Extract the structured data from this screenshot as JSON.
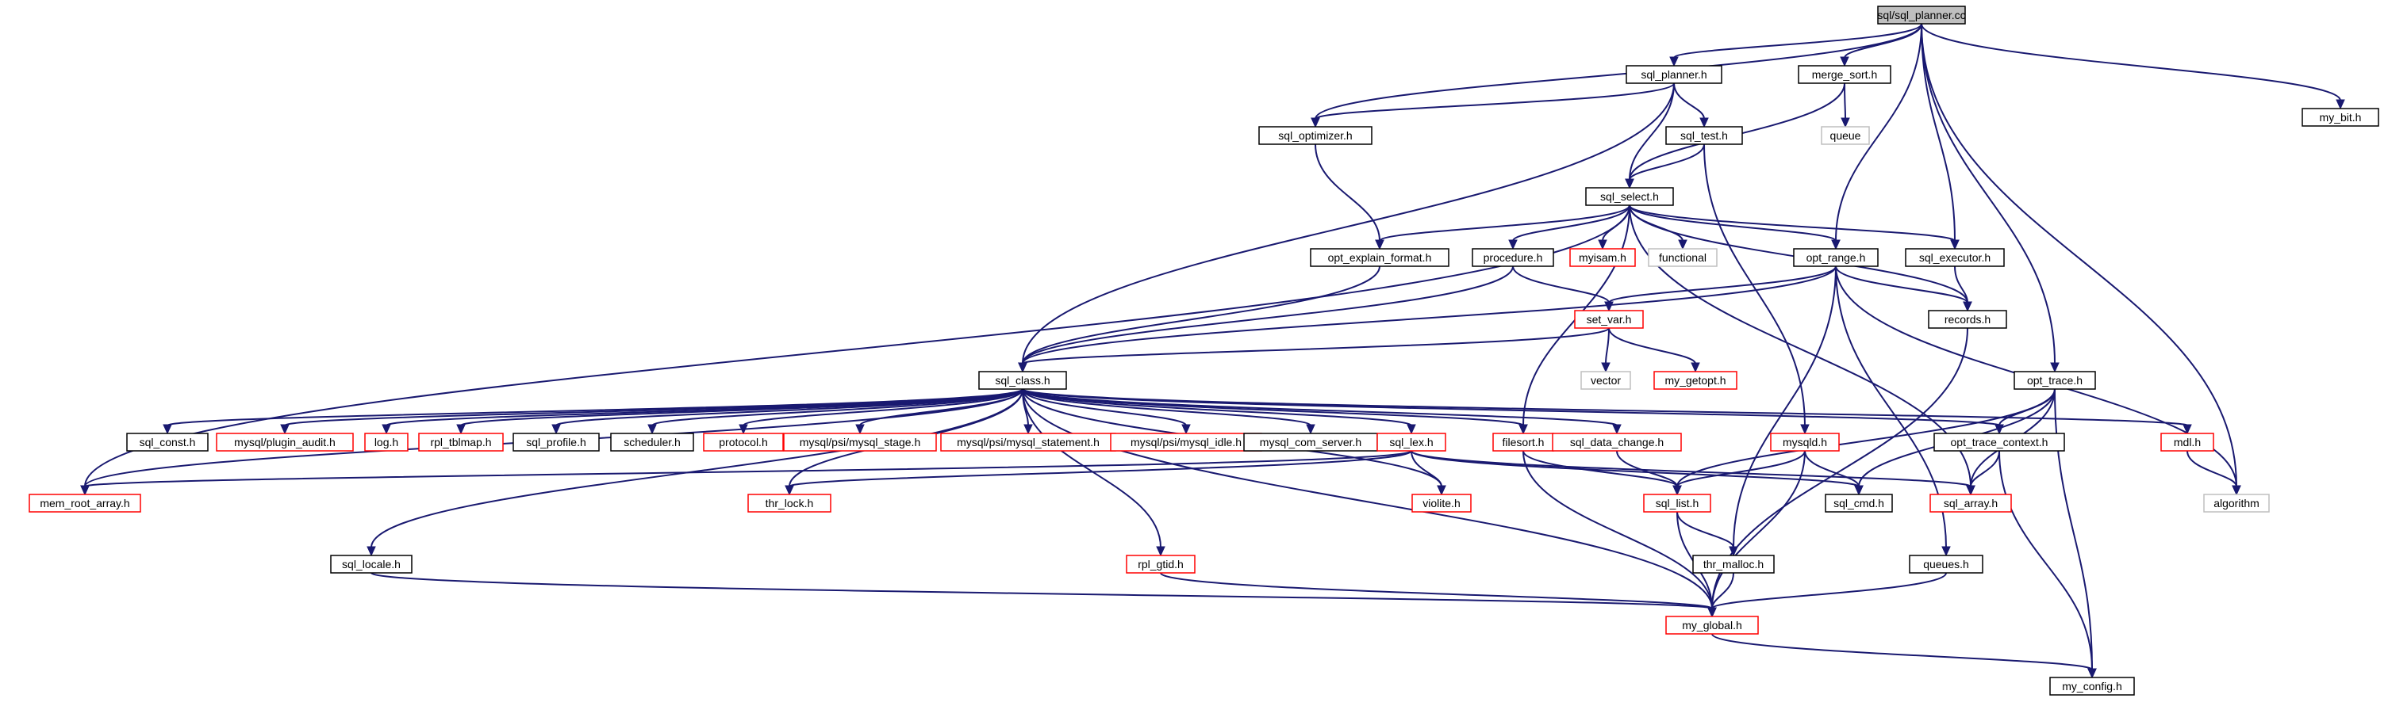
{
  "title": "sql/sql_planner.cc",
  "colors": {
    "edge": "#191970",
    "root_fill": "#bfbfbf",
    "border_black": "#000000",
    "border_red": "#ff0000",
    "border_gray": "#bfbfbf"
  },
  "nodes": [
    {
      "id": "n_root",
      "label": "sql/sql_planner.cc",
      "style": "root"
    },
    {
      "id": "n_planner_h",
      "label": "sql_planner.h",
      "style": "black"
    },
    {
      "id": "n_merge_sort",
      "label": "merge_sort.h",
      "style": "black"
    },
    {
      "id": "n_my_bit",
      "label": "my_bit.h",
      "style": "black"
    },
    {
      "id": "n_optimizer",
      "label": "sql_optimizer.h",
      "style": "black"
    },
    {
      "id": "n_sql_test",
      "label": "sql_test.h",
      "style": "black"
    },
    {
      "id": "n_queue",
      "label": "queue",
      "style": "gray"
    },
    {
      "id": "n_sql_select",
      "label": "sql_select.h",
      "style": "black"
    },
    {
      "id": "n_opt_explain",
      "label": "opt_explain_format.h",
      "style": "black"
    },
    {
      "id": "n_procedure",
      "label": "procedure.h",
      "style": "black"
    },
    {
      "id": "n_myisam",
      "label": "myisam.h",
      "style": "red"
    },
    {
      "id": "n_functional",
      "label": "functional",
      "style": "gray"
    },
    {
      "id": "n_opt_range",
      "label": "opt_range.h",
      "style": "black"
    },
    {
      "id": "n_sql_executor",
      "label": "sql_executor.h",
      "style": "black"
    },
    {
      "id": "n_set_var",
      "label": "set_var.h",
      "style": "red"
    },
    {
      "id": "n_records",
      "label": "records.h",
      "style": "black"
    },
    {
      "id": "n_vector",
      "label": "vector",
      "style": "gray"
    },
    {
      "id": "n_my_getopt",
      "label": "my_getopt.h",
      "style": "red"
    },
    {
      "id": "n_sql_class",
      "label": "sql_class.h",
      "style": "black"
    },
    {
      "id": "n_opt_trace",
      "label": "opt_trace.h",
      "style": "black"
    },
    {
      "id": "n_sql_const",
      "label": "sql_const.h",
      "style": "black"
    },
    {
      "id": "n_plugin_audit",
      "label": "mysql/plugin_audit.h",
      "style": "red"
    },
    {
      "id": "n_log",
      "label": "log.h",
      "style": "red"
    },
    {
      "id": "n_rpl_tblmap",
      "label": "rpl_tblmap.h",
      "style": "red"
    },
    {
      "id": "n_sql_profile",
      "label": "sql_profile.h",
      "style": "black"
    },
    {
      "id": "n_scheduler",
      "label": "scheduler.h",
      "style": "black"
    },
    {
      "id": "n_protocol",
      "label": "protocol.h",
      "style": "red"
    },
    {
      "id": "n_stage",
      "label": "mysql/psi/mysql_stage.h",
      "style": "red"
    },
    {
      "id": "n_statement",
      "label": "mysql/psi/mysql_statement.h",
      "style": "red"
    },
    {
      "id": "n_idle",
      "label": "mysql/psi/mysql_idle.h",
      "style": "red"
    },
    {
      "id": "n_com_server",
      "label": "mysql_com_server.h",
      "style": "black"
    },
    {
      "id": "n_sql_lex",
      "label": "sql_lex.h",
      "style": "red"
    },
    {
      "id": "n_filesort",
      "label": "filesort.h",
      "style": "red"
    },
    {
      "id": "n_data_change",
      "label": "sql_data_change.h",
      "style": "red"
    },
    {
      "id": "n_mysqld",
      "label": "mysqld.h",
      "style": "red"
    },
    {
      "id": "n_trace_ctx",
      "label": "opt_trace_context.h",
      "style": "black"
    },
    {
      "id": "n_mdl",
      "label": "mdl.h",
      "style": "red"
    },
    {
      "id": "n_mem_root",
      "label": "mem_root_array.h",
      "style": "red"
    },
    {
      "id": "n_thr_lock",
      "label": "thr_lock.h",
      "style": "red"
    },
    {
      "id": "n_violite",
      "label": "violite.h",
      "style": "red"
    },
    {
      "id": "n_sql_list",
      "label": "sql_list.h",
      "style": "red"
    },
    {
      "id": "n_sql_cmd",
      "label": "sql_cmd.h",
      "style": "black"
    },
    {
      "id": "n_sql_array",
      "label": "sql_array.h",
      "style": "red"
    },
    {
      "id": "n_algorithm",
      "label": "algorithm",
      "style": "gray"
    },
    {
      "id": "n_sql_locale",
      "label": "sql_locale.h",
      "style": "black"
    },
    {
      "id": "n_rpl_gtid",
      "label": "rpl_gtid.h",
      "style": "red"
    },
    {
      "id": "n_thr_malloc",
      "label": "thr_malloc.h",
      "style": "black"
    },
    {
      "id": "n_queues",
      "label": "queues.h",
      "style": "black"
    },
    {
      "id": "n_my_global",
      "label": "my_global.h",
      "style": "red"
    },
    {
      "id": "n_my_config",
      "label": "my_config.h",
      "style": "black"
    }
  ],
  "edges": [
    [
      "n_root",
      "n_planner_h"
    ],
    [
      "n_root",
      "n_merge_sort"
    ],
    [
      "n_root",
      "n_my_bit"
    ],
    [
      "n_root",
      "n_optimizer"
    ],
    [
      "n_root",
      "n_opt_range"
    ],
    [
      "n_root",
      "n_sql_executor"
    ],
    [
      "n_root",
      "n_opt_trace"
    ],
    [
      "n_root",
      "n_algorithm"
    ],
    [
      "n_planner_h",
      "n_optimizer"
    ],
    [
      "n_planner_h",
      "n_sql_test"
    ],
    [
      "n_planner_h",
      "n_sql_select"
    ],
    [
      "n_planner_h",
      "n_sql_class"
    ],
    [
      "n_merge_sort",
      "n_queue"
    ],
    [
      "n_merge_sort",
      "n_sql_select"
    ],
    [
      "n_optimizer",
      "n_opt_explain"
    ],
    [
      "n_sql_test",
      "n_sql_select"
    ],
    [
      "n_sql_test",
      "n_mysqld"
    ],
    [
      "n_sql_select",
      "n_opt_explain"
    ],
    [
      "n_sql_select",
      "n_procedure"
    ],
    [
      "n_sql_select",
      "n_myisam"
    ],
    [
      "n_sql_select",
      "n_functional"
    ],
    [
      "n_sql_select",
      "n_opt_range"
    ],
    [
      "n_sql_select",
      "n_sql_executor"
    ],
    [
      "n_sql_select",
      "n_records"
    ],
    [
      "n_sql_select",
      "n_mem_root"
    ],
    [
      "n_sql_select",
      "n_filesort"
    ],
    [
      "n_sql_select",
      "n_sql_array"
    ],
    [
      "n_opt_explain",
      "n_sql_class"
    ],
    [
      "n_procedure",
      "n_set_var"
    ],
    [
      "n_procedure",
      "n_sql_class"
    ],
    [
      "n_opt_range",
      "n_set_var"
    ],
    [
      "n_opt_range",
      "n_records"
    ],
    [
      "n_opt_range",
      "n_sql_class"
    ],
    [
      "n_opt_range",
      "n_queues"
    ],
    [
      "n_opt_range",
      "n_thr_malloc"
    ],
    [
      "n_opt_range",
      "n_algorithm"
    ],
    [
      "n_sql_executor",
      "n_records"
    ],
    [
      "n_set_var",
      "n_vector"
    ],
    [
      "n_set_var",
      "n_my_getopt"
    ],
    [
      "n_set_var",
      "n_sql_class"
    ],
    [
      "n_records",
      "n_my_global"
    ],
    [
      "n_opt_trace",
      "n_trace_ctx"
    ],
    [
      "n_opt_trace",
      "n_sql_array"
    ],
    [
      "n_opt_trace",
      "n_sql_list"
    ],
    [
      "n_opt_trace",
      "n_sql_cmd"
    ],
    [
      "n_opt_trace",
      "n_my_config"
    ],
    [
      "n_sql_class",
      "n_sql_const"
    ],
    [
      "n_sql_class",
      "n_plugin_audit"
    ],
    [
      "n_sql_class",
      "n_log"
    ],
    [
      "n_sql_class",
      "n_rpl_tblmap"
    ],
    [
      "n_sql_class",
      "n_sql_profile"
    ],
    [
      "n_sql_class",
      "n_scheduler"
    ],
    [
      "n_sql_class",
      "n_protocol"
    ],
    [
      "n_sql_class",
      "n_stage"
    ],
    [
      "n_sql_class",
      "n_statement"
    ],
    [
      "n_sql_class",
      "n_idle"
    ],
    [
      "n_sql_class",
      "n_com_server"
    ],
    [
      "n_sql_class",
      "n_sql_lex"
    ],
    [
      "n_sql_class",
      "n_filesort"
    ],
    [
      "n_sql_class",
      "n_data_change"
    ],
    [
      "n_sql_class",
      "n_trace_ctx"
    ],
    [
      "n_sql_class",
      "n_mdl"
    ],
    [
      "n_sql_class",
      "n_mem_root"
    ],
    [
      "n_sql_class",
      "n_thr_lock"
    ],
    [
      "n_sql_class",
      "n_violite"
    ],
    [
      "n_sql_class",
      "n_sql_locale"
    ],
    [
      "n_sql_class",
      "n_rpl_gtid"
    ],
    [
      "n_sql_class",
      "n_my_global"
    ],
    [
      "n_sql_lex",
      "n_mem_root"
    ],
    [
      "n_sql_lex",
      "n_thr_lock"
    ],
    [
      "n_sql_lex",
      "n_violite"
    ],
    [
      "n_sql_lex",
      "n_sql_cmd"
    ],
    [
      "n_sql_lex",
      "n_sql_array"
    ],
    [
      "n_filesort",
      "n_sql_list"
    ],
    [
      "n_filesort",
      "n_my_global"
    ],
    [
      "n_data_change",
      "n_sql_list"
    ],
    [
      "n_mysqld",
      "n_sql_list"
    ],
    [
      "n_mysqld",
      "n_sql_cmd"
    ],
    [
      "n_mysqld",
      "n_my_global"
    ],
    [
      "n_trace_ctx",
      "n_sql_array"
    ],
    [
      "n_trace_ctx",
      "n_my_config"
    ],
    [
      "n_mdl",
      "n_algorithm"
    ],
    [
      "n_sql_list",
      "n_thr_malloc"
    ],
    [
      "n_sql_list",
      "n_my_global"
    ],
    [
      "n_sql_locale",
      "n_my_global"
    ],
    [
      "n_rpl_gtid",
      "n_my_global"
    ],
    [
      "n_thr_malloc",
      "n_my_global"
    ],
    [
      "n_queues",
      "n_my_global"
    ],
    [
      "n_my_global",
      "n_my_config"
    ]
  ]
}
